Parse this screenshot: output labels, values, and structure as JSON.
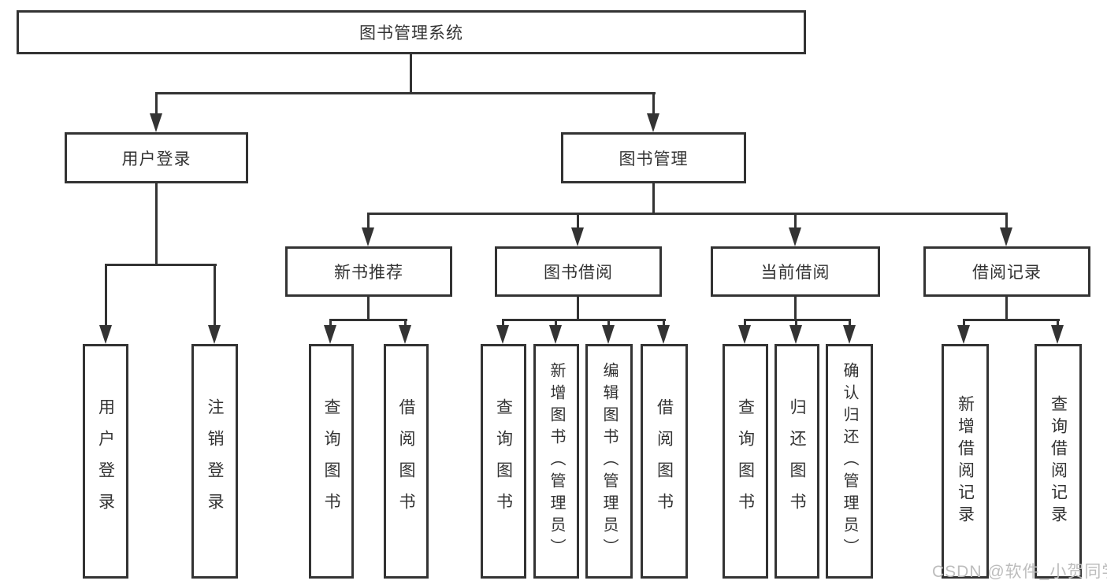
{
  "diagram": {
    "root": "图书管理系统",
    "level2": [
      "用户登录",
      "图书管理"
    ],
    "level3": [
      "新书推荐",
      "图书借阅",
      "当前借阅",
      "借阅记录"
    ],
    "leaves_user_login": [
      "用户登录",
      "注销登录"
    ],
    "leaves_new_book": [
      "查询图书",
      "借阅图书"
    ],
    "leaves_book_borrow": [
      "查询图书",
      "新增图书（管理员）",
      "编辑图书（管理员）",
      "借阅图书"
    ],
    "leaves_current_borrow": [
      "查询图书",
      "归还图书",
      "确认归还（管理员）"
    ],
    "leaves_borrow_record": [
      "新增借阅记录",
      "查询借阅记录"
    ]
  },
  "watermark": {
    "text": "CSDN @软件_小贺同学"
  },
  "colors": {
    "line": "#333333",
    "background": "#ffffff",
    "watermark": "#bdbdbd"
  }
}
